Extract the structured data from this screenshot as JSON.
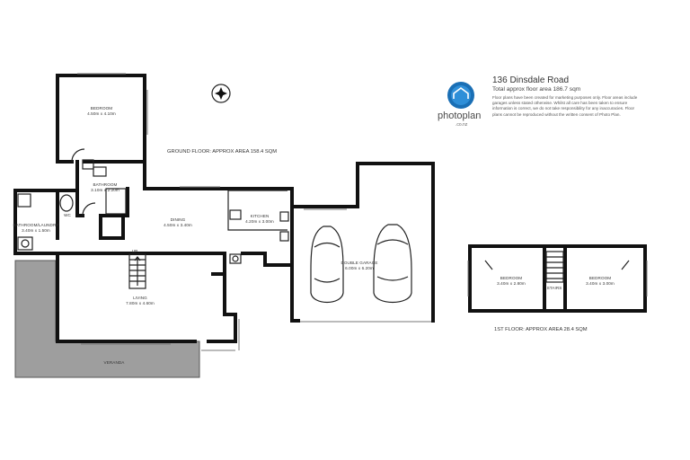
{
  "info": {
    "address": "136 Dinsdale Road",
    "total_area": "Total approx floor area 186.7 sqm",
    "disclaimer": "Floor plans have been created for marketing purposes only. Floor areas include garages unless stated otherwise. Whilst all care has been taken to ensure information is correct, we do not take responsibility for any inaccuracies. Floor plans cannot be reproduced without the written consent of Photo Plan."
  },
  "logo": {
    "name": "photoplan",
    "sub": ".co.nz"
  },
  "ground_floor": {
    "label": "GROUND FLOOR: APPROX AREA 158.4 SQM",
    "rooms": {
      "bedroom": {
        "name": "BEDROOM",
        "dims": "4.50m x 4.10m"
      },
      "bathroom": {
        "name": "BATHROOM",
        "dims": "3.10m x 2.20m"
      },
      "dining": {
        "name": "DINING",
        "dims": "4.50m x 3.40m"
      },
      "kitchen": {
        "name": "KITCHEN",
        "dims": "4.20m x 3.00m"
      },
      "bathroom_laundry": {
        "name": "BATHROOM/LAUNDRY",
        "dims": "3.40m x 1.50m"
      },
      "wc": {
        "name": "WC"
      },
      "living": {
        "name": "LIVING",
        "dims": "7.80m x 4.60m"
      },
      "double_garage": {
        "name": "DOUBLE GARAGE",
        "dims": "6.00m x 6.20m"
      },
      "veranda": {
        "name": "VERANDA"
      },
      "up": {
        "name": "UP"
      }
    }
  },
  "first_floor": {
    "label": "1ST FLOOR: APPROX AREA 28.4 SQM",
    "rooms": {
      "bedroom_left": {
        "name": "BEDROOM",
        "dims": "3.40m x 2.80m"
      },
      "bedroom_right": {
        "name": "BEDROOM",
        "dims": "3.40m x 3.00m"
      },
      "stairs": {
        "name": "STAIRS"
      }
    }
  }
}
